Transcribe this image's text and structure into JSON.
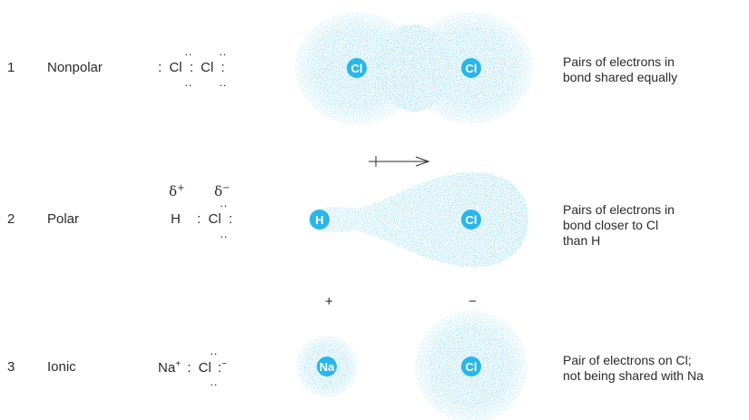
{
  "rows": [
    {
      "number": "1",
      "type": "Nonpolar",
      "lewis": {
        "left": ":",
        "atom1": "Cl",
        "mid": ":",
        "atom2": "Cl",
        "right": ":"
      },
      "atoms": [
        "Cl",
        "Cl"
      ],
      "description": [
        "Pairs of electrons in",
        "bond shared equally"
      ]
    },
    {
      "number": "2",
      "type": "Polar",
      "partial_charges": {
        "positive": "δ+",
        "negative": "δ−"
      },
      "lewis": {
        "atom1": "H",
        "mid": ":",
        "atom2": "Cl",
        "right": ":"
      },
      "atoms": [
        "H",
        "Cl"
      ],
      "description": [
        "Pairs of electrons in",
        "bond closer to Cl",
        "than H"
      ]
    },
    {
      "number": "3",
      "type": "Ionic",
      "lewis": {
        "cation": "Na",
        "cation_charge": "+",
        "mid": ":",
        "atom2": "Cl",
        "right": ":",
        "anion_charge": "−"
      },
      "atoms": [
        "Na",
        "Cl"
      ],
      "ion_signs": {
        "positive": "+",
        "negative": "−"
      },
      "description": [
        "Pair of electrons on Cl;",
        "not being shared with Na"
      ]
    }
  ],
  "colors": {
    "cloud": "#5ec8ee",
    "atom_core": "#29b6ea",
    "text": "#2a2a2a"
  },
  "icons": {
    "dipole_arrow": "dipole-arrow-icon"
  }
}
